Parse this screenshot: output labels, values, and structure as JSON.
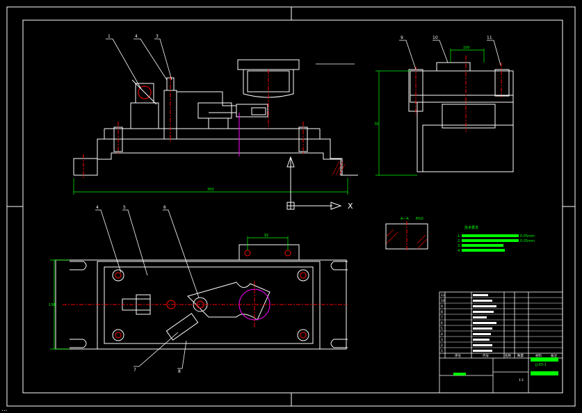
{
  "colors": {
    "background": "#000000",
    "line": "#ffffff",
    "dimension": "#00ff00",
    "center": "#ff0000",
    "hatch": "#ff00ff",
    "hidden": "#ff0000",
    "part_fill": "#00ff00"
  },
  "front_view": {
    "part_labels": [
      "1",
      "4",
      "3"
    ],
    "length_dim": "350"
  },
  "side_view": {
    "part_labels": [
      "9",
      "10",
      "11"
    ],
    "width_dim": "100",
    "height_dim": "70"
  },
  "top_view": {
    "part_labels": [
      "4",
      "5",
      "6",
      "7",
      "8"
    ],
    "tab_dim": "92",
    "side_dim": "130"
  },
  "section": {
    "label": "A—A",
    "thread": "M10"
  },
  "axis": {
    "x_label": "X"
  },
  "notes": {
    "title": "技术要求",
    "items": [
      "1.",
      "2.",
      "3.",
      "4."
    ],
    "values": [
      "0.05mm",
      "0.05mm"
    ]
  },
  "title_block": {
    "rows": [
      "11",
      "10",
      "9",
      "8",
      "7",
      "6",
      "5",
      "4",
      "3",
      "2",
      "1"
    ],
    "drawing_no": "JJ-03-1",
    "header": [
      "序号",
      "代号",
      "名称",
      "数量",
      "材料",
      "备注"
    ],
    "scale": "1:1"
  },
  "status_bar": "...",
  "icons": [
    "x-axis-arrow-icon",
    "ucs-icon"
  ]
}
